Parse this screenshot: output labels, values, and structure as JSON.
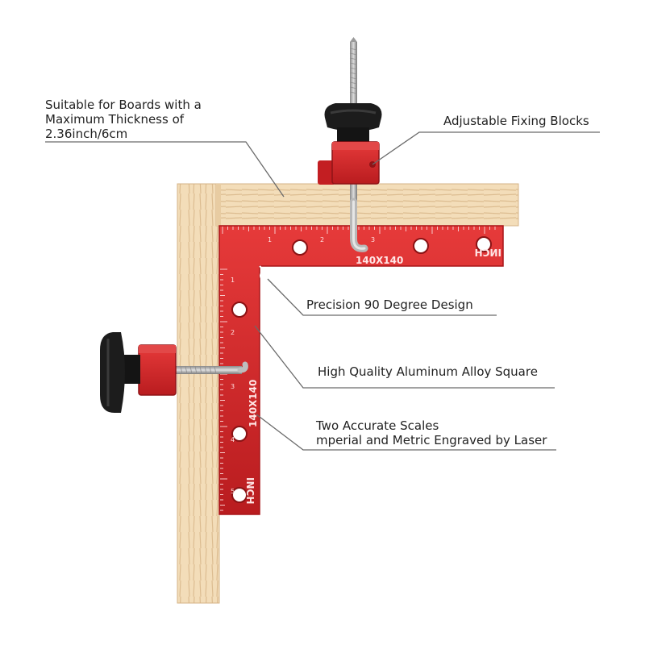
{
  "callouts": {
    "board_thickness": {
      "lines": [
        "Suitable for Boards with a",
        "Maximum Thickness of",
        "2.36inch/6cm"
      ]
    },
    "fixing_blocks": "Adjustable Fixing Blocks",
    "precision": "Precision 90 Degree Design",
    "alloy": "High Quality Aluminum Alloy Square",
    "scales": {
      "lines": [
        "Two Accurate Scales",
        "mperial and Metric Engraved by Laser"
      ]
    }
  },
  "square_engravings": {
    "top_size": "140X140",
    "top_unit": "INCH",
    "side_size": "140X140",
    "side_unit": "INCH",
    "top_numbers": [
      "1",
      "2",
      "3"
    ],
    "side_numbers": [
      "1",
      "2",
      "3",
      "4",
      "5"
    ]
  },
  "colors": {
    "square_red": "#d8282a",
    "square_red_dark": "#a81518",
    "wood_light": "#f2dcb8",
    "wood_grain": "#d9b88a",
    "knob_black": "#1a1a1a",
    "leader_line": "#6a6a6a"
  }
}
